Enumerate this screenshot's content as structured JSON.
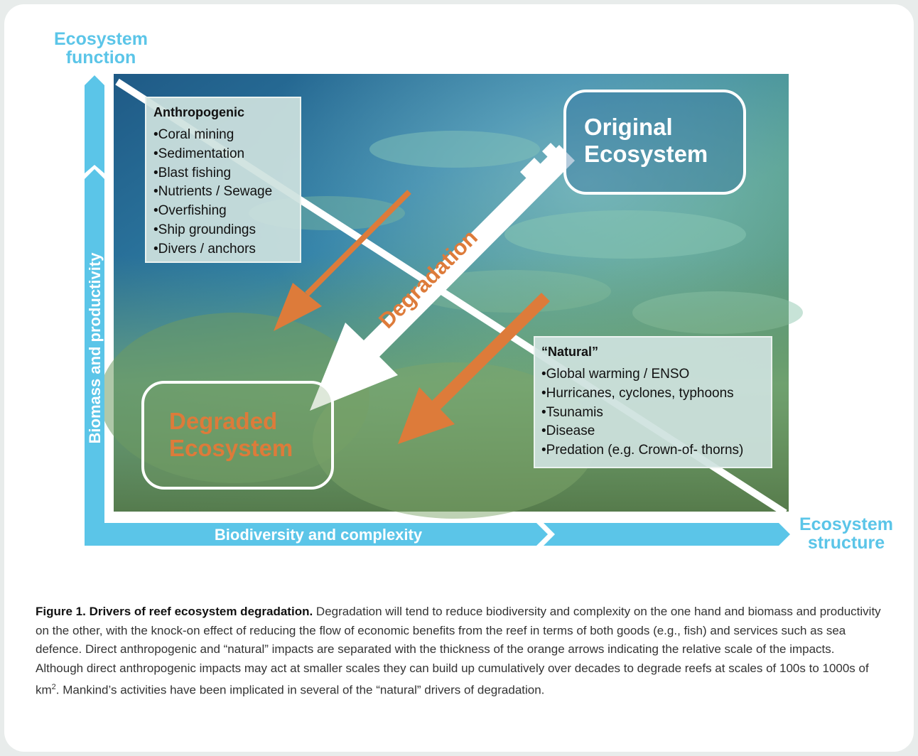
{
  "axes": {
    "y_title": "Ecosystem\nfunction",
    "y_label": "Biomass and productivity",
    "x_title": "Ecosystem\nstructure",
    "x_label": "Biodiversity and complexity"
  },
  "anthropogenic": {
    "heading": "Anthropogenic",
    "items": [
      "Coral mining",
      "Sedimentation",
      "Blast fishing",
      "Nutrients / Sewage",
      "Overfishing",
      "Ship groundings",
      "Divers / anchors"
    ]
  },
  "natural": {
    "heading": "“Natural”",
    "items": [
      "Global warming / ENSO",
      "Hurricanes, cyclones, typhoons",
      "Tsunamis",
      "Disease",
      "Predation (e.g. Crown-of- thorns)"
    ]
  },
  "original": {
    "line1": "Original",
    "line2": "Ecosystem"
  },
  "degraded": {
    "line1": "Degraded",
    "line2": "Ecosystem"
  },
  "degradation_label": "Degradation",
  "caption": {
    "title": "Figure 1. Drivers of reef ecosystem degradation.",
    "body": "Degradation will tend to reduce biodiversity and complexity on the one hand and biomass and productivity on the other, with the knock-on effect of reducing the flow of economic benefits from the reef in terms of both goods (e.g., fish) and services such as sea defence. Direct anthropogenic and “natural” impacts are separated with the thickness of the orange arrows indicating the relative scale of the impacts. Although direct anthropogenic impacts may act at smaller scales they can build up cumulatively over decades to degrade reefs at scales of 100s to 1000s of km",
    "superscript": "2",
    "tail": ". Mankind’s activities have been implicated in several of the “natural” drivers of degradation."
  },
  "colors": {
    "axis_blue": "#5bc5e8",
    "orange": "#dd7b3a",
    "box_fill": "#cee2de",
    "white": "#ffffff"
  }
}
